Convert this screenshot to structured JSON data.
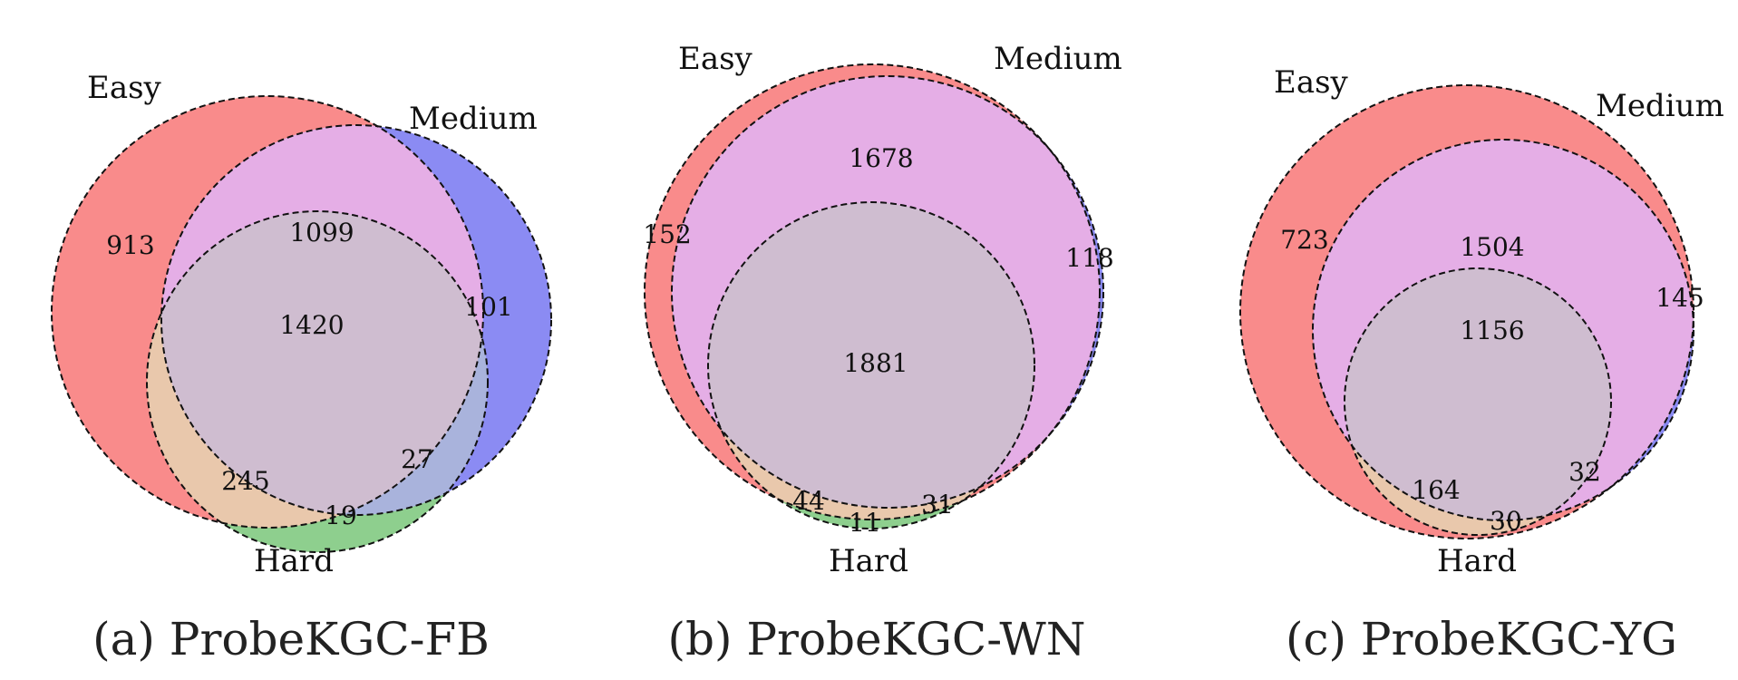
{
  "colors": {
    "easy": "#f98b8b",
    "medium": "#8b8bf3",
    "hard": "#8ecf8e",
    "easy_medium": "#e5aee6",
    "easy_hard": "#e9c8ac",
    "all_three": "#cfbdd0",
    "outline": "#111111"
  },
  "diagrams": [
    {
      "caption": "(a) ProbeKGC-FB",
      "labels": {
        "easy": "Easy",
        "medium": "Medium",
        "hard": "Hard"
      },
      "counts": {
        "easy_only": "913",
        "easy_medium": "1099",
        "medium_only": "101",
        "all_three": "1420",
        "easy_hard": "245",
        "medium_hard": "27",
        "hard_only": "19"
      }
    },
    {
      "caption": "(b) ProbeKGC-WN",
      "labels": {
        "easy": "Easy",
        "medium": "Medium",
        "hard": "Hard"
      },
      "counts": {
        "easy_only": "152",
        "easy_medium": "1678",
        "medium_only": "118",
        "all_three": "1881",
        "easy_hard": "44",
        "medium_hard": "31",
        "hard_only": "11"
      }
    },
    {
      "caption": "(c) ProbeKGC-YG",
      "labels": {
        "easy": "Easy",
        "medium": "Medium",
        "hard": "Hard"
      },
      "counts": {
        "easy_only": "723",
        "easy_medium": "1504",
        "medium_only": "145",
        "all_three": "1156",
        "easy_hard": "164",
        "medium_hard": "32",
        "hard_only": "30"
      }
    }
  ]
}
